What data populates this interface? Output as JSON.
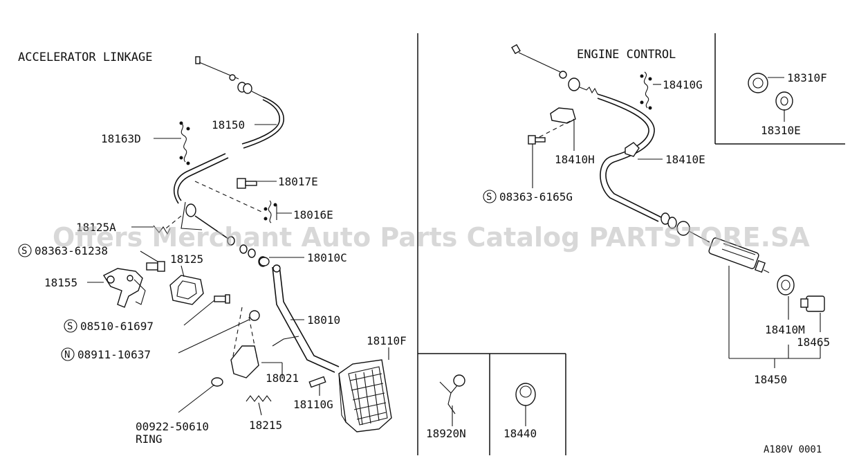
{
  "headers": {
    "accelerator_linkage": "ACCELERATOR LINKAGE",
    "engine_control": "ENGINE CONTROL"
  },
  "labels": {
    "p18150": "18150",
    "p18163D": "18163D",
    "p18017E": "18017E",
    "p18016E": "18016E",
    "p18125A": "18125A",
    "s0836361238": "08363-61238",
    "p18125": "18125",
    "p18010C": "18010C",
    "p18155": "18155",
    "s0851061697": "08510-61697",
    "p18010": "18010",
    "n0891110637": "08911-10637",
    "p18110F": "18110F",
    "p18021": "18021",
    "p18110G": "18110G",
    "p0092250610": "00922-50610",
    "ring": "RING",
    "p18215": "18215",
    "p18410G": "18410G",
    "p18310F": "18310F",
    "p18310E": "18310E",
    "p18410H": "18410H",
    "p18410E": "18410E",
    "s083636165G": "08363-6165G",
    "p18410M": "18410M",
    "p18465": "18465",
    "p18450": "18450",
    "p18920N": "18920N",
    "p18440": "18440",
    "code": "A180V 0001"
  },
  "symbols": {
    "s": "S",
    "n": "N"
  },
  "watermark": "Offers Merchant Auto Parts Catalog PARTSTORE.SA"
}
